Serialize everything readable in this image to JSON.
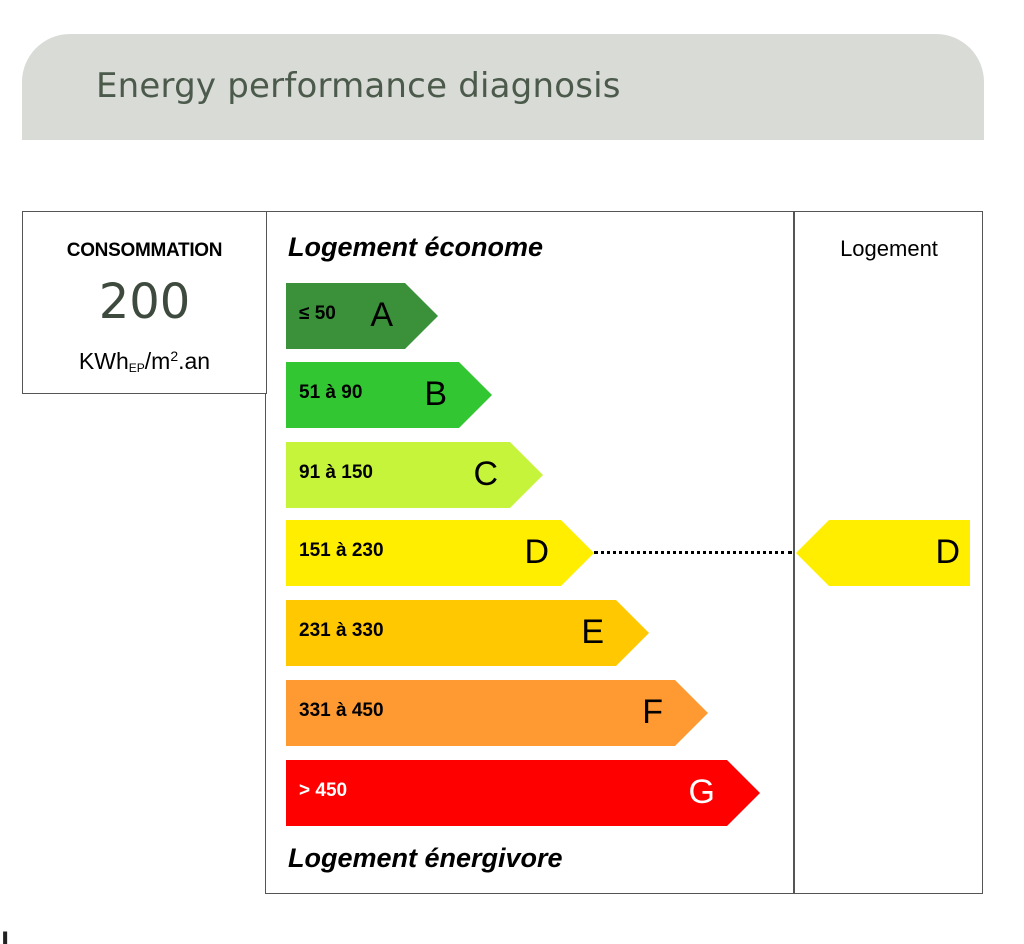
{
  "header": {
    "title": "Energy performance diagnosis"
  },
  "consumption": {
    "title": "CONSOMMATION",
    "value": "200",
    "unit_main": "KWh",
    "unit_sub": "EP",
    "unit_rest": "/m",
    "unit_sup": "2",
    "unit_end": ".an"
  },
  "labels": {
    "top": "Logement économe",
    "bottom": "Logement énergivore",
    "column_head": "Logement"
  },
  "ratings": [
    {
      "letter": "A",
      "range": "≤ 50",
      "color": "#3a913a"
    },
    {
      "letter": "B",
      "range": "51 à 90",
      "color": "#33c633"
    },
    {
      "letter": "C",
      "range": "91 à 150",
      "color": "#c6f43a"
    },
    {
      "letter": "D",
      "range": "151 à 230",
      "color": "#ffee00"
    },
    {
      "letter": "E",
      "range": "231 à 330",
      "color": "#ffc800"
    },
    {
      "letter": "F",
      "range": "331 à 450",
      "color": "#ff9a33"
    },
    {
      "letter": "G",
      "range": "> 450",
      "color": "#ff0000"
    }
  ],
  "current_rating": {
    "letter": "D",
    "color": "#ffee00"
  },
  "cutoff_line": "l"
}
